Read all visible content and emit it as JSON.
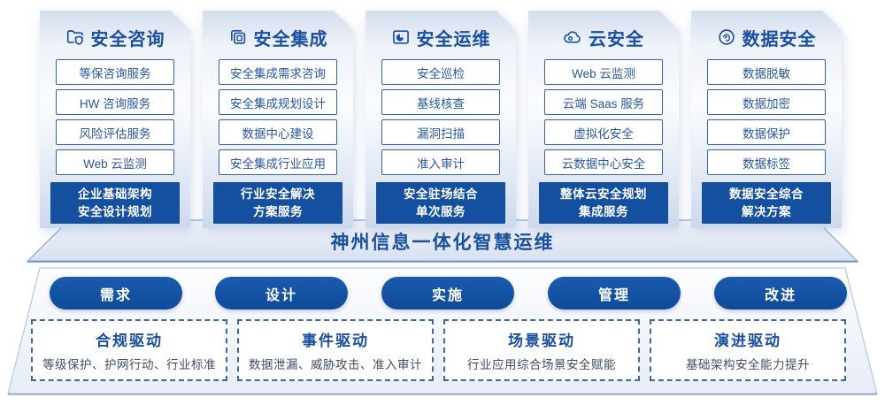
{
  "colors": {
    "primary_blue": "#14509f",
    "text_blue": "#1b4fa0",
    "item_border_blue": "#3562ac",
    "dashed_border_blue": "#3a67b0",
    "desc_gray": "#414d63"
  },
  "columns": [
    {
      "icon": "folder-shield-icon",
      "title": "安全咨询",
      "items": [
        "等保咨询服务",
        "HW 咨询服务",
        "风险评估服务",
        "Web 云监测"
      ],
      "highlight": "企业基础架构\n安全设计规划"
    },
    {
      "icon": "copy-icon",
      "title": "安全集成",
      "items": [
        "安全集成需求咨询",
        "安全集成规划设计",
        "数据中心建设",
        "安全集成行业应用"
      ],
      "highlight": "行业安全解决\n方案服务"
    },
    {
      "icon": "pie-folder-icon",
      "title": "安全运维",
      "items": [
        "安全巡检",
        "基线核查",
        "漏洞扫描",
        "准入审计"
      ],
      "highlight": "安全驻场结合\n单次服务"
    },
    {
      "icon": "cloud-icon",
      "title": "云安全",
      "items": [
        "Web 云监测",
        "云端 Saas 服务",
        "虚拟化安全",
        "云数据中心安全"
      ],
      "highlight": "整体云安全规划\n集成服务"
    },
    {
      "icon": "fingerprint-icon",
      "title": "数据安全",
      "items": [
        "数据脱敏",
        "数据加密",
        "数据保护",
        "数据标签"
      ],
      "highlight": "数据安全综合\n解决方案"
    }
  ],
  "banner": {
    "title": "神州信息一体化智慧运维"
  },
  "steps": [
    {
      "label": "需求"
    },
    {
      "label": "设计"
    },
    {
      "label": "实施"
    },
    {
      "label": "管理"
    },
    {
      "label": "改进"
    }
  ],
  "drivers": [
    {
      "title": "合规驱动",
      "desc": "等级保护、护网行动、行业标准"
    },
    {
      "title": "事件驱动",
      "desc": "数据泄漏、威胁攻击、准入审计"
    },
    {
      "title": "场景驱动",
      "desc": "行业应用综合场景安全赋能"
    },
    {
      "title": "演进驱动",
      "desc": "基础架构安全能力提升"
    }
  ]
}
